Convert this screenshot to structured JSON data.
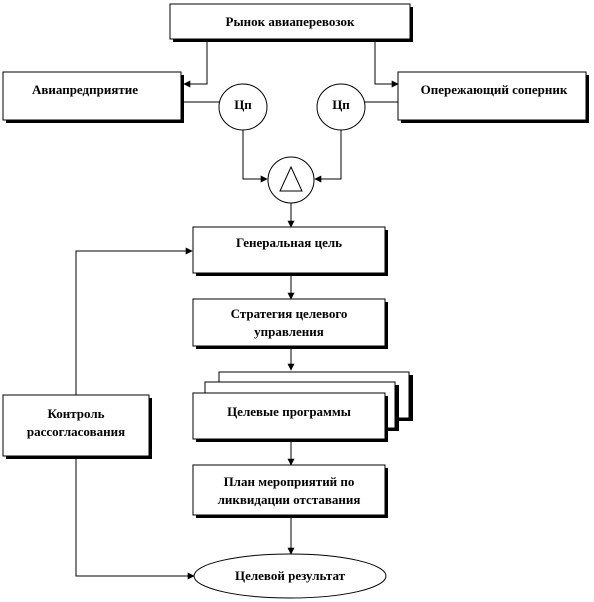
{
  "nodes": {
    "market": "Рынок авиаперевозок",
    "enterprise": "Авиапредприятие",
    "competitor": "Опережающий соперник",
    "cp_left": "Цп",
    "cp_right": "Цп",
    "comparator": "△",
    "general_goal": "Генеральная цель",
    "strategy_line1": "Стратегия целевого",
    "strategy_line2": "управления",
    "programs": "Целевые программы",
    "plan_line1": "План мероприятий по",
    "plan_line2": "ликвидации отставания",
    "control_line1": "Контроль",
    "control_line2": "рассогласования",
    "result": "Целевой результат"
  }
}
